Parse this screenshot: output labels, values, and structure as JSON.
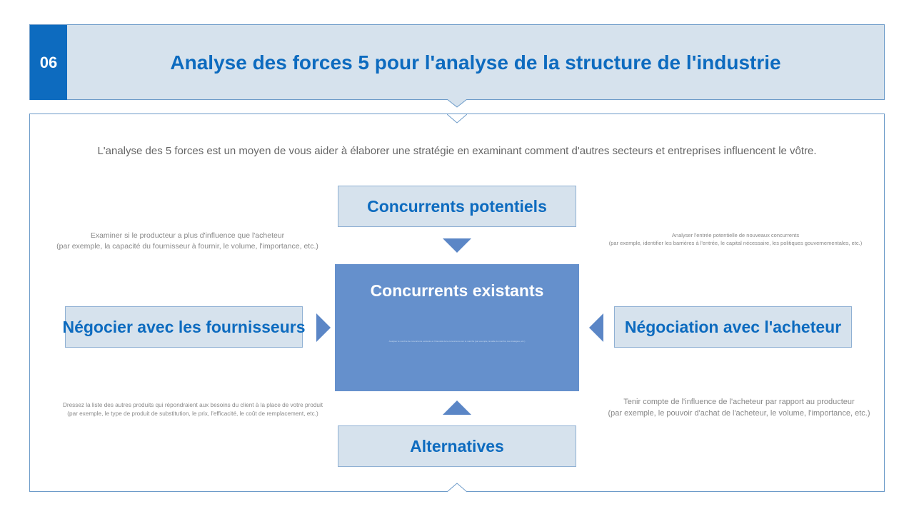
{
  "header": {
    "number": "06",
    "title": "Analyse des forces 5 pour l'analyse de la structure de l'industrie"
  },
  "intro": "L'analyse des 5 forces est un moyen de vous aider à élaborer une stratégie en examinant comment d'autres secteurs et entreprises influencent le vôtre.",
  "boxes": {
    "top": "Concurrents potentiels",
    "center": "Concurrents existants",
    "left": "Négocier avec les fournisseurs",
    "right": "Négociation avec l'acheteur",
    "bottom": "Alternatives"
  },
  "center_text": "Analyser le nombre de concurrents existants et l'intensité de la concurrence sur le marché (par exemple, la taille du marché, les stratégies, etc.)",
  "notes": {
    "top_left": [
      "Examiner si le producteur a plus d'influence que l'acheteur",
      "(par exemple, la capacité du fournisseur à fournir, le volume, l'importance, etc.)"
    ],
    "top_right": [
      "Analyser l'entrée potentielle de nouveaux concurrents",
      "(par exemple, identifier les barrières à l'entrée, le capital nécessaire, les politiques gouvernementales, etc.)"
    ],
    "bottom_left": [
      "Dressez la liste des autres produits qui répondraient aux besoins du client à la place de votre produit",
      "(par exemple, le type de produit de substitution, le prix, l'efficacité, le coût de remplacement, etc.)"
    ],
    "bottom_right": [
      "Tenir compte de l'influence de l'acheteur par rapport au producteur",
      "(par exemple, le pouvoir d'achat de l'acheteur, le volume, l'importance, etc.)"
    ]
  },
  "colors": {
    "accent": "#0d6bbf",
    "box_fill": "#d6e2ed",
    "center_fill": "#6590cc",
    "arrow": "#5b86c6"
  }
}
